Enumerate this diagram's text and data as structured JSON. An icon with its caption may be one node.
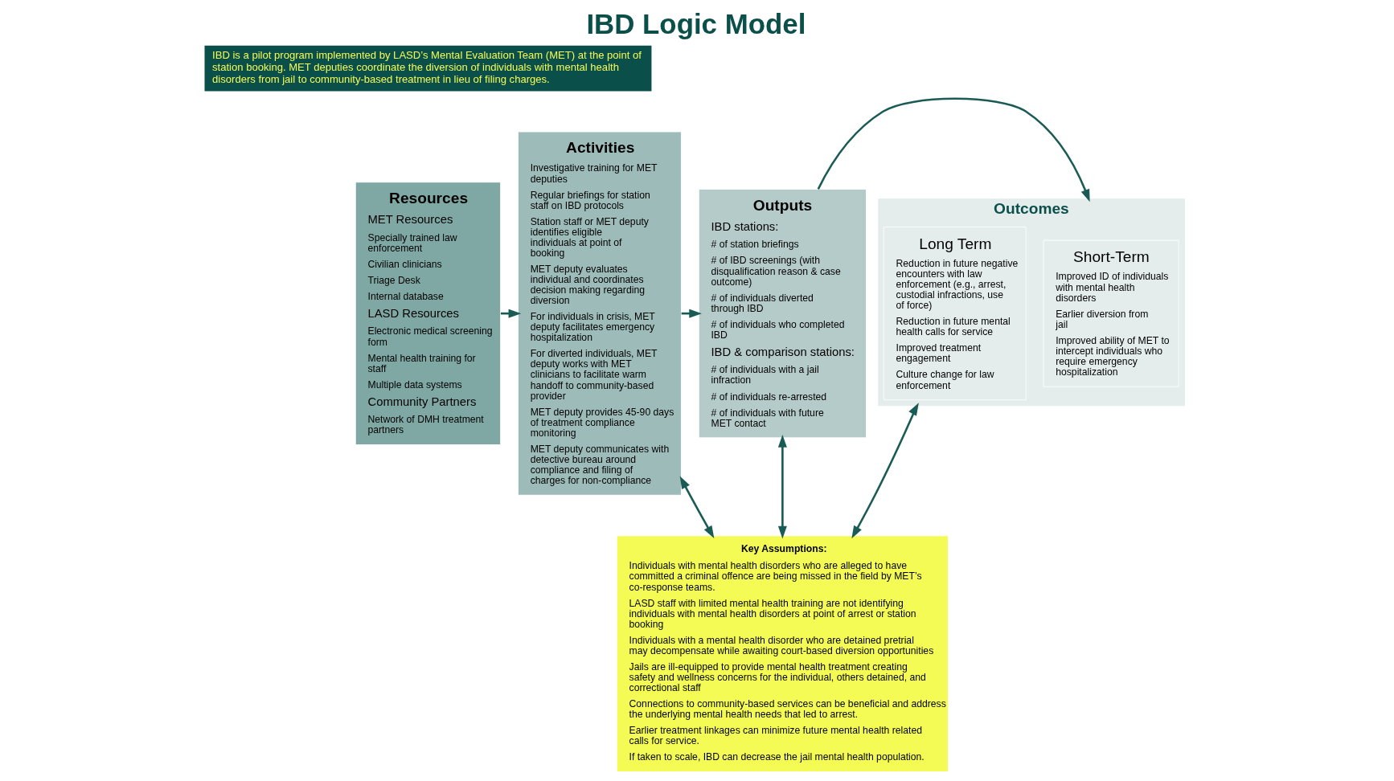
{
  "diagram": {
    "title": "IBD Logic Model",
    "nodes": [
      {
        "text": [
          "Resources",
          "MET Resources",
          "Specially trained law enforcement",
          "Civilian clinicians",
          "Triage Desk",
          "Internal database",
          "LASD Resources",
          "Electronic medical screening form",
          "Mental health training for staff",
          "Multiple data systems",
          "Community Partners",
          "Network of DMH treatment partners"
        ]
      },
      {
        "text": [
          "Activities",
          "Investigative training for MET deputies",
          "Regular briefings for station staff on IBD protocols",
          "Station staff or MET deputy identifies eligible individuals at point of booking",
          "MET deputy evaluates individual and coordinates decision making regarding diversion",
          "For individuals in crisis, MET deputy facilitates emergency hospitalization",
          "For diverted individuals, MET deputy works with MET clinicians to facilitate warm handoff to community-based provider",
          "MET deputy provides 45-90 days of treatment compliance monitoring",
          "MET deputy communicates with detective bureau around compliance and filing of charges for non-compliance"
        ]
      },
      {
        "text": [
          "Outputs",
          "IBD stations:",
          "# of station briefings",
          "# of IBD screenings (with disqualification reason & case outcome)",
          "# of individuals diverted through IBD",
          "# of individuals who completed IBD",
          "IBD & comparison stations:",
          "# of individuals with a jail infraction",
          "# of individuals re-arrested",
          "# of individuals with future MET contact"
        ]
      },
      {
        "text": [
          "Outcomes"
        ]
      },
      {
        "text": [
          "Short-Term",
          "Improved ID of individuals with mental health disorders",
          "Earlier diversion from jail",
          "Improved ability of MET to intercept individuals who require emergency hospitalization"
        ],
        "in": 3
      },
      {
        "text": [
          "Long Term",
          "Reduction in future negative encounters with law enforcement (e.g., arrest, custodial infractions, use of force)",
          "Reduction in future mental health calls for service",
          "Improved treatment engagement",
          "Culture change for law enforcement"
        ],
        "in": 3
      },
      {
        "text": [
          "Key Assumptions:",
          "Individuals with mental health disorders who are alleged to have committed a criminal offence are being missed in the field by MET’s co-response teams.",
          "LASD staff with limited mental health training are not identifying individuals with mental health disorders at point of arrest or station booking",
          "Individuals with a mental health disorder who are detained pretrial may decompensate while awaiting court-based diversion opportunities",
          "Jails are ill-equipped to provide mental health treatment creating safety and wellness concerns for the individual, others detained, and correctional staff",
          "Connections to community-based services can be beneficial and address the underlying mental health needs that led to arrest.",
          "Earlier treatment linkages can minimize future mental health related calls for service.",
          "If taken to scale, IBD can decrease the jail mental health population."
        ]
      }
    ],
    "edges": [
      {
        "from": 0,
        "to": 1,
        "arrow": "to"
      },
      {
        "from": 1,
        "to": 2,
        "arrow": "to"
      },
      {
        "from": 2,
        "to": 3,
        "arrow": "to"
      },
      {
        "from": 6,
        "to": 1,
        "arrow": "both"
      },
      {
        "from": 6,
        "to": 2,
        "arrow": "both"
      },
      {
        "from": 6,
        "to": 3,
        "arrow": "both"
      }
    ],
    "labels": [
      "IBD is a pilot program implemented by LASD’s Mental Evaluation Team (MET) at the point of station booking. MET deputies coordinate the diversion of individuals with mental health disorders from jail to community-based treatment in lieu of filing charges."
    ]
  }
}
